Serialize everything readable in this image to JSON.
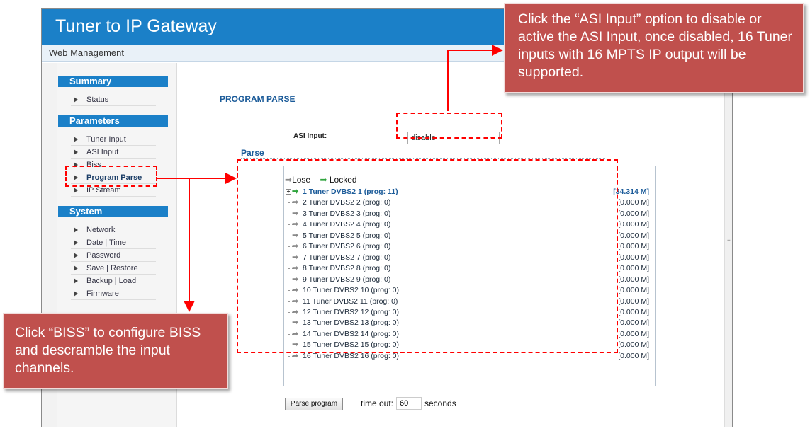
{
  "app": {
    "title": "Tuner to IP Gateway",
    "subtitle": "Web Management"
  },
  "sidebar": {
    "sections": [
      {
        "title": "Summary",
        "items": [
          {
            "label": "Status"
          }
        ]
      },
      {
        "title": "Parameters",
        "items": [
          {
            "label": "Tuner Input"
          },
          {
            "label": "ASI Input"
          },
          {
            "label": "Biss"
          },
          {
            "label": "Program Parse",
            "active": true
          },
          {
            "label": "IP Stream"
          }
        ]
      },
      {
        "title": "System",
        "items": [
          {
            "label": "Network"
          },
          {
            "label": "Date | Time"
          },
          {
            "label": "Password"
          },
          {
            "label": "Save | Restore"
          },
          {
            "label": "Backup | Load"
          },
          {
            "label": "Firmware"
          }
        ]
      }
    ]
  },
  "main": {
    "page_title": "PROGRAM PARSE",
    "asi_input_label": "ASI Input:",
    "asi_input_value": "disable",
    "parse_heading": "Parse",
    "legend": {
      "lose_label": "Lose",
      "locked_label": "Locked"
    },
    "tuners": [
      {
        "label": "1 Tuner DVBS2 1 (prog: 11)",
        "rate": "[34.314 M]",
        "status": "locked",
        "expandable": true
      },
      {
        "label": "2 Tuner DVBS2 2 (prog: 0)",
        "rate": "[0.000 M]",
        "status": "lose"
      },
      {
        "label": "3 Tuner DVBS2 3 (prog: 0)",
        "rate": "[0.000 M]",
        "status": "lose"
      },
      {
        "label": "4 Tuner DVBS2 4 (prog: 0)",
        "rate": "[0.000 M]",
        "status": "lose"
      },
      {
        "label": "5 Tuner DVBS2 5 (prog: 0)",
        "rate": "[0.000 M]",
        "status": "lose"
      },
      {
        "label": "6 Tuner DVBS2 6 (prog: 0)",
        "rate": "[0.000 M]",
        "status": "lose"
      },
      {
        "label": "7 Tuner DVBS2 7 (prog: 0)",
        "rate": "[0.000 M]",
        "status": "lose"
      },
      {
        "label": "8 Tuner DVBS2 8 (prog: 0)",
        "rate": "[0.000 M]",
        "status": "lose"
      },
      {
        "label": "9 Tuner DVBS2 9 (prog: 0)",
        "rate": "[0.000 M]",
        "status": "lose"
      },
      {
        "label": "10 Tuner DVBS2 10 (prog: 0)",
        "rate": "[0.000 M]",
        "status": "lose"
      },
      {
        "label": "11 Tuner DVBS2 11 (prog: 0)",
        "rate": "[0.000 M]",
        "status": "lose"
      },
      {
        "label": "12 Tuner DVBS2 12 (prog: 0)",
        "rate": "[0.000 M]",
        "status": "lose"
      },
      {
        "label": "13 Tuner DVBS2 13 (prog: 0)",
        "rate": "[0.000 M]",
        "status": "lose"
      },
      {
        "label": "14 Tuner DVBS2 14 (prog: 0)",
        "rate": "[0.000 M]",
        "status": "lose"
      },
      {
        "label": "15 Tuner DVBS2 15 (prog: 0)",
        "rate": "[0.000 M]",
        "status": "lose"
      },
      {
        "label": "16 Tuner DVBS2 16 (prog: 0)",
        "rate": "[0.000 M]",
        "status": "lose"
      }
    ],
    "parse_button_label": "Parse program",
    "timeout_label": "time out:",
    "timeout_value": "60",
    "seconds_label": "seconds"
  },
  "annotations": {
    "asi_callout": "Click the “ASI Input” option to disable or active the ASI Input, once disabled, 16 Tuner inputs with 16 MPTS IP output will be supported.",
    "biss_callout": "Click “BISS” to configure BISS and descramble the input channels."
  },
  "colors": {
    "brand_blue": "#1b80c8",
    "callout_red": "#c0504d",
    "annotation_red": "#ff0000",
    "locked_green": "#2fa43d",
    "lose_grey": "#888888"
  },
  "icons": {
    "lose": "grey-arrow-icon",
    "locked": "green-arrow-icon",
    "nav_bullet": "triangle-right-icon",
    "expander": "plus-box-icon",
    "dropdown": "chevron-down-icon"
  }
}
